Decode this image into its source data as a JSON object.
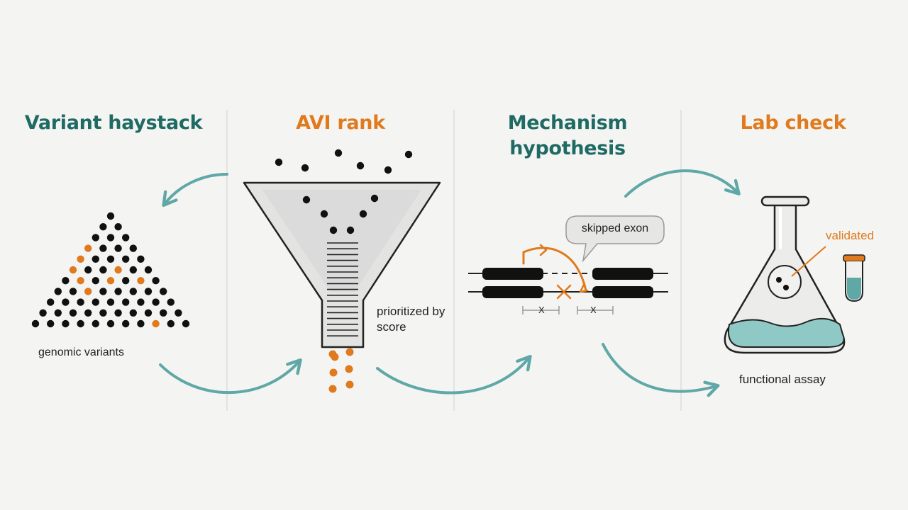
{
  "stages": [
    {
      "title": "Variant haystack",
      "label": "genomic variants"
    },
    {
      "title": "AVI rank",
      "label": "prioritized by score"
    },
    {
      "title": "Mechanism hypothesis",
      "label": "skipped exon"
    },
    {
      "title": "Lab check",
      "label": "functional assay"
    }
  ],
  "annotations": {
    "validated": "validated",
    "exon_marker_1": "X",
    "exon_marker_2": "X"
  },
  "colors": {
    "teal": "#1f6b64",
    "orange": "#e07a1c",
    "arrow": "#5fa8a6",
    "liquid": "#8ec9c6"
  }
}
